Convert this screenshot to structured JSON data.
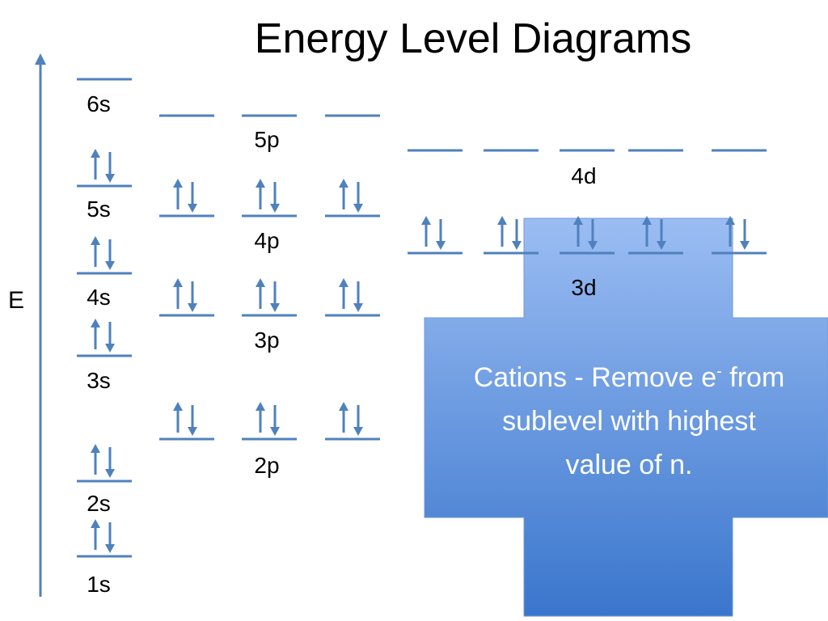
{
  "title": "Energy Level Diagrams",
  "axis_label": "E",
  "sublevels": [
    {
      "label": "1s",
      "filled": true
    },
    {
      "label": "2s",
      "filled": true
    },
    {
      "label": "3s",
      "filled": true
    },
    {
      "label": "4s",
      "filled": true
    },
    {
      "label": "5s",
      "filled": true
    },
    {
      "label": "6s",
      "filled": false
    },
    {
      "label": "2p",
      "filled": true
    },
    {
      "label": "3p",
      "filled": true
    },
    {
      "label": "4p",
      "filled": true
    },
    {
      "label": "5p",
      "filled": false
    },
    {
      "label": "3d",
      "filled": true
    },
    {
      "label": "4d",
      "filled": false
    }
  ],
  "callout": {
    "line1_prefix": "Cations - Remove e",
    "line1_sup": "-",
    "line1_suffix": " from",
    "line2": "sublevel with highest",
    "line3": "value of n."
  },
  "colors": {
    "line": "#4f81bd",
    "callout_top": "#8eb4f0",
    "callout_bottom": "#3f79cf",
    "callout_text": "#ffffff"
  }
}
